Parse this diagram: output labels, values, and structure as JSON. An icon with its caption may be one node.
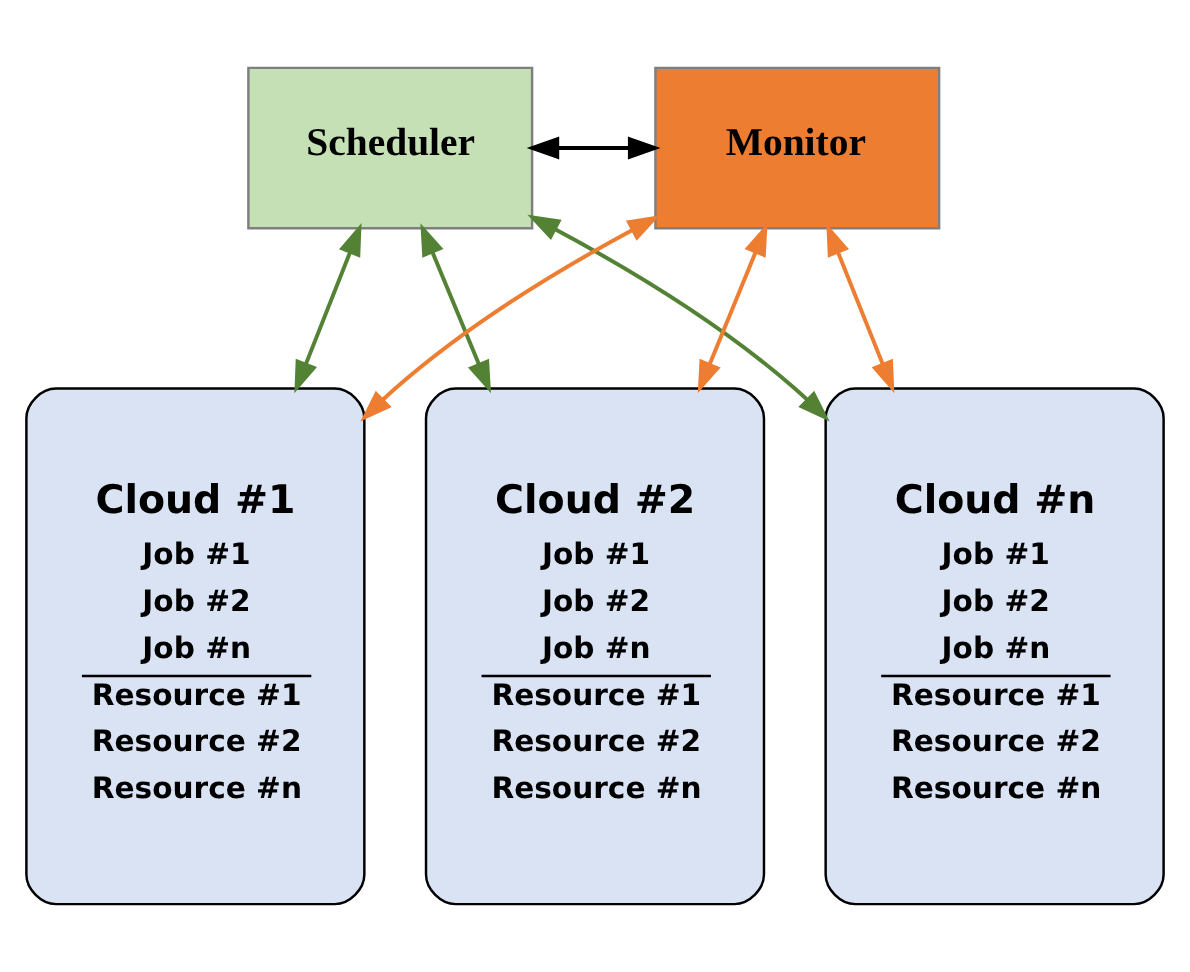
{
  "diagram": {
    "nodes": [
      {
        "text": [
          "Scheduler"
        ]
      },
      {
        "text": [
          "Monitor"
        ]
      },
      {
        "text": [
          "Cloud #1",
          "Job #1",
          "Job #2",
          "Job #n",
          "Resource #1",
          "Resource #2",
          "Resource #n"
        ]
      },
      {
        "text": [
          "Cloud #2",
          "Job #1",
          "Job #2",
          "Job #n",
          "Resource #1",
          "Resource #2",
          "Resource #n"
        ]
      },
      {
        "text": [
          "Cloud #n",
          "Job #1",
          "Job #2",
          "Job #n",
          "Resource #1",
          "Resource #2",
          "Resource #n"
        ]
      }
    ],
    "edges": [
      {
        "from": 0,
        "to": 1,
        "arrow": "both",
        "color": "#000000"
      },
      {
        "from": 0,
        "to": 2,
        "arrow": "both",
        "color": "#548235"
      },
      {
        "from": 0,
        "to": 3,
        "arrow": "both",
        "color": "#548235"
      },
      {
        "from": 0,
        "to": 4,
        "arrow": "both",
        "color": "#548235"
      },
      {
        "from": 1,
        "to": 2,
        "arrow": "both",
        "color": "#ed7d31"
      },
      {
        "from": 1,
        "to": 3,
        "arrow": "both",
        "color": "#ed7d31"
      },
      {
        "from": 1,
        "to": 4,
        "arrow": "both",
        "color": "#ed7d31"
      }
    ]
  }
}
